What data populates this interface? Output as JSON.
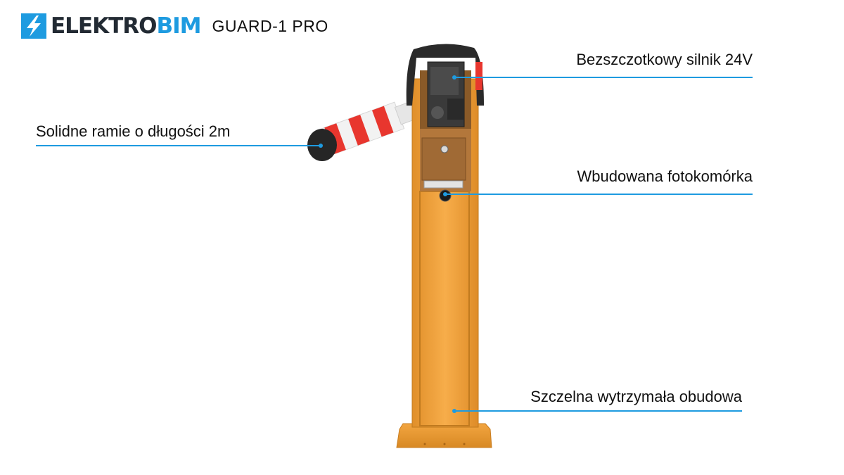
{
  "brand": {
    "name_part1": "ELEKTRO",
    "name_part2": "BIM",
    "model": "GUARD-1 PRO",
    "logo_icon": "lightning-bolt-icon"
  },
  "callouts": {
    "motor": "Bezszczotkowy silnik 24V",
    "arm": "Solidne ramie o długości 2m",
    "photocell": "Wbudowana fotokomórka",
    "housing": "Szczelna wytrzymała obudowa"
  },
  "colors": {
    "accent": "#1e9be0",
    "housing": "#f5a53c",
    "arm_red": "#e8362e",
    "cap": "#2a2a2a"
  }
}
